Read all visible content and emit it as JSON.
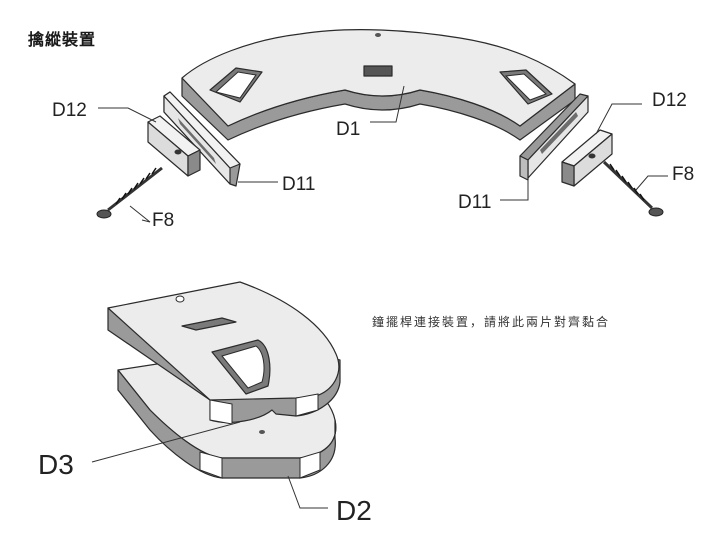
{
  "title": "擒縱裝置",
  "note": "鐘擺桿連接裝置，請將此兩片對齊黏合",
  "labels": {
    "d12_left": "D12",
    "d12_right": "D12",
    "d1": "D1",
    "d11_left": "D11",
    "d11_right": "D11",
    "f8_left": "F8",
    "f8_right": "F8",
    "d3": "D3",
    "d2": "D2"
  },
  "colors": {
    "face": "#ececec",
    "side": "#9a9a9a",
    "dark": "#6d6d6d",
    "line": "#2b2b2b"
  }
}
